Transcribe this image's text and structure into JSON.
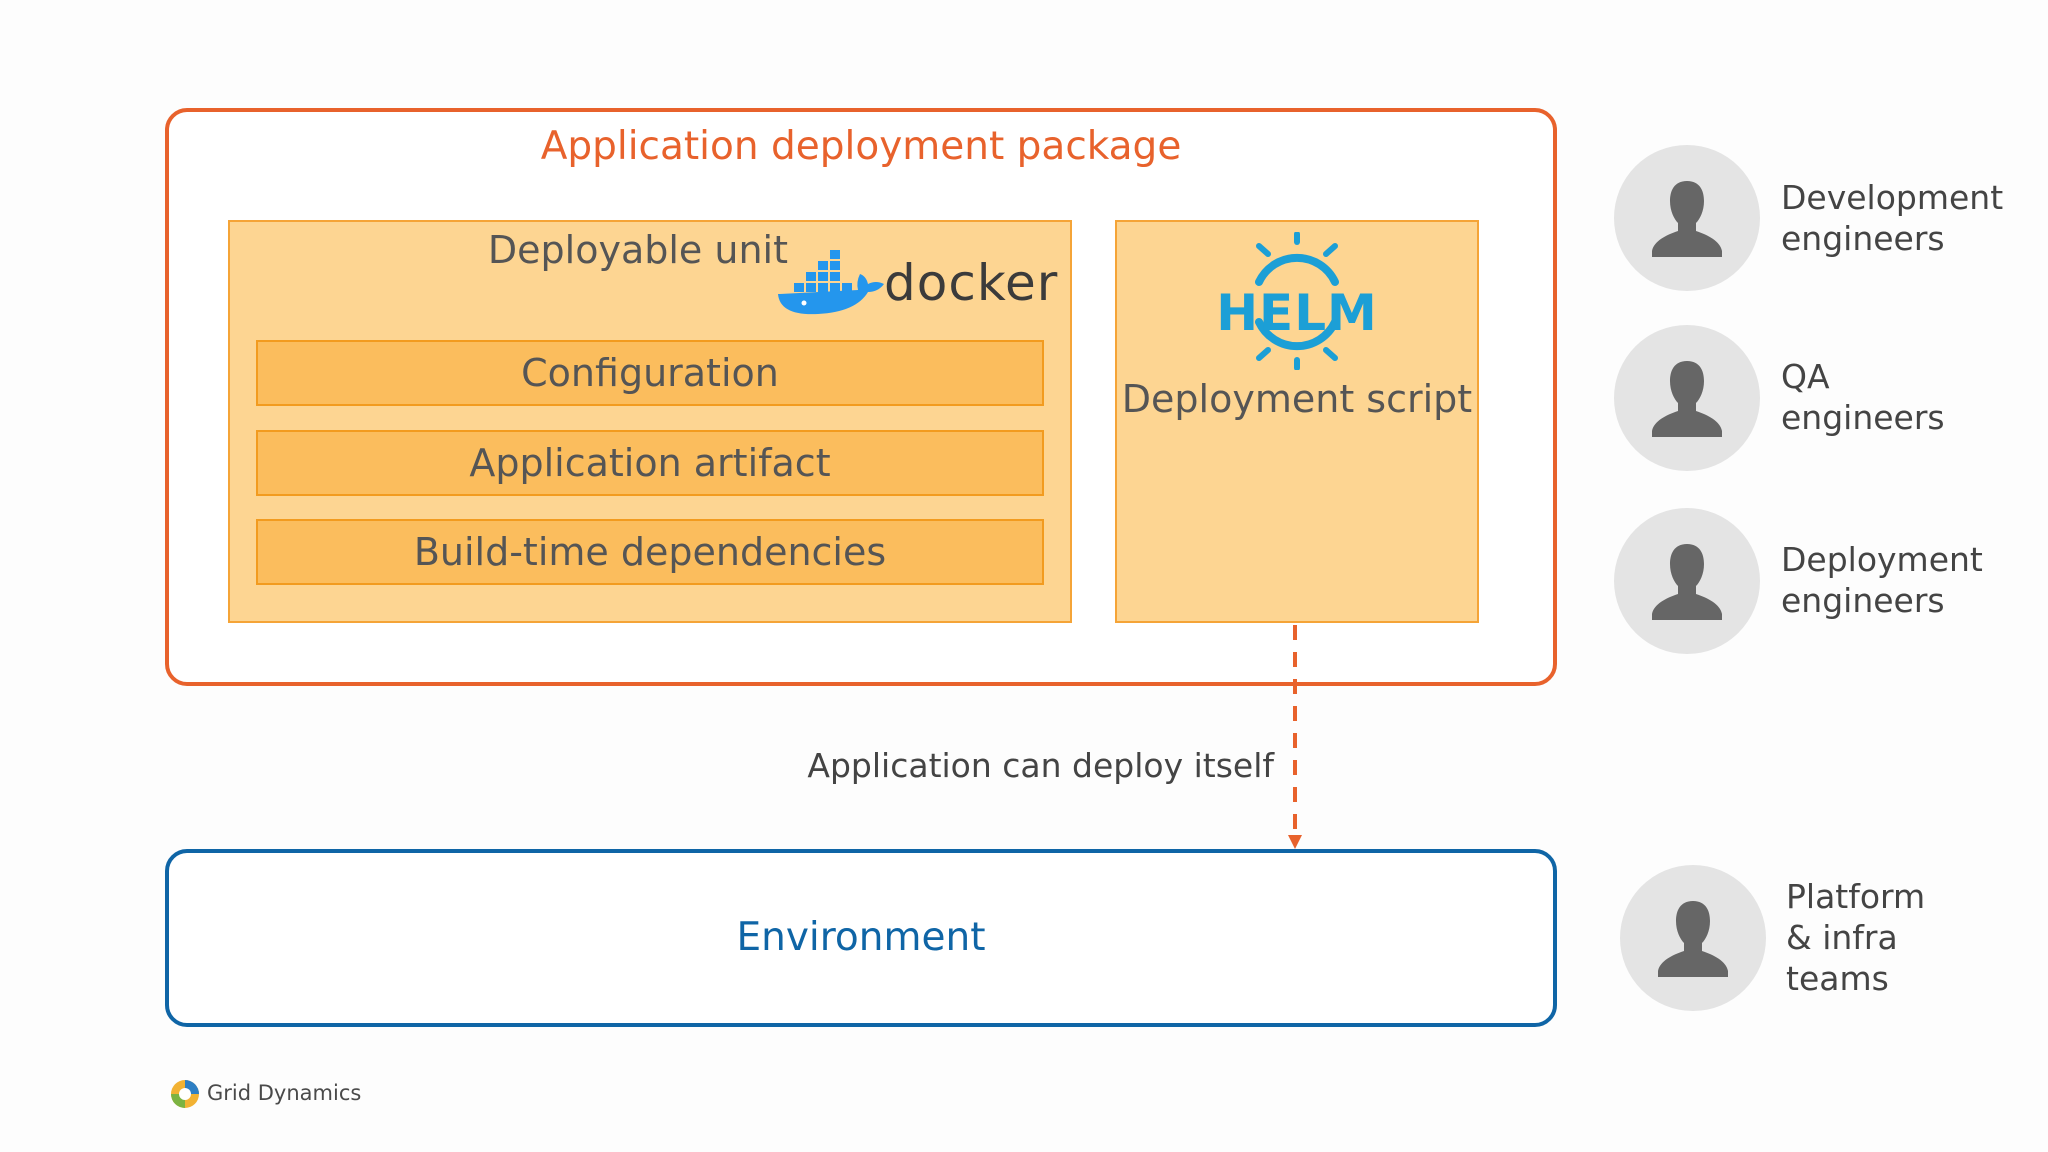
{
  "package": {
    "title": "Application deployment package",
    "deployable_unit": {
      "title": "Deployable unit",
      "logo_text": "docker",
      "layers": [
        "Configuration",
        "Application artifact",
        "Build-time dependencies"
      ]
    },
    "helm": {
      "logo_text": "HELM",
      "label": "Deployment script"
    }
  },
  "arrow_label": "Application can deploy itself",
  "environment": {
    "title": "Environment"
  },
  "personas": [
    {
      "lines": [
        "Development",
        "engineers"
      ]
    },
    {
      "lines": [
        "QA",
        "engineers"
      ]
    },
    {
      "lines": [
        "Deployment",
        "engineers"
      ]
    },
    {
      "lines": [
        "Platform",
        "& infra",
        "teams"
      ]
    }
  ],
  "footer": {
    "brand": "Grid Dynamics"
  },
  "colors": {
    "package_border": "#e8622c",
    "environment_border": "#0f65a6",
    "unit_fill": "#fdd592",
    "layer_fill": "#fbbd5d",
    "helm_blue": "#1c9fd6",
    "docker_blue": "#2496ed"
  }
}
